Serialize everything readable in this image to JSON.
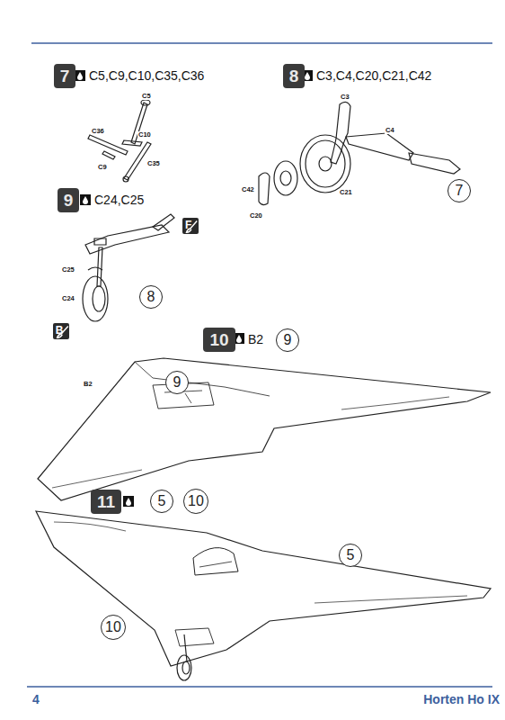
{
  "diagram": {
    "nodes": [
      {
        "text": [
          "7"
        ]
      },
      {
        "text": [
          "8"
        ]
      },
      {
        "text": [
          "7"
        ]
      },
      {
        "text": [
          "9"
        ]
      },
      {
        "text": [
          "F"
        ]
      },
      {
        "text": [
          "8"
        ]
      },
      {
        "text": [
          "B"
        ]
      },
      {
        "text": [
          "10"
        ]
      },
      {
        "text": [
          "9"
        ]
      },
      {
        "text": [
          "9"
        ]
      },
      {
        "text": [
          "11"
        ]
      },
      {
        "text": [
          "5"
        ]
      },
      {
        "text": [
          "10"
        ]
      },
      {
        "text": [
          "5"
        ]
      },
      {
        "text": [
          "10"
        ]
      }
    ],
    "labels": [
      "C5,C9,C10,C35,C36",
      "C3,C4,C20,C21,C42",
      "C24,C25",
      "B2",
      "C5",
      "C36",
      "C10",
      "C9",
      "C35",
      "C3",
      "C4",
      "C42",
      "C21",
      "C20",
      "C25",
      "C24",
      "B2",
      "4",
      "Horten Ho IX"
    ]
  }
}
